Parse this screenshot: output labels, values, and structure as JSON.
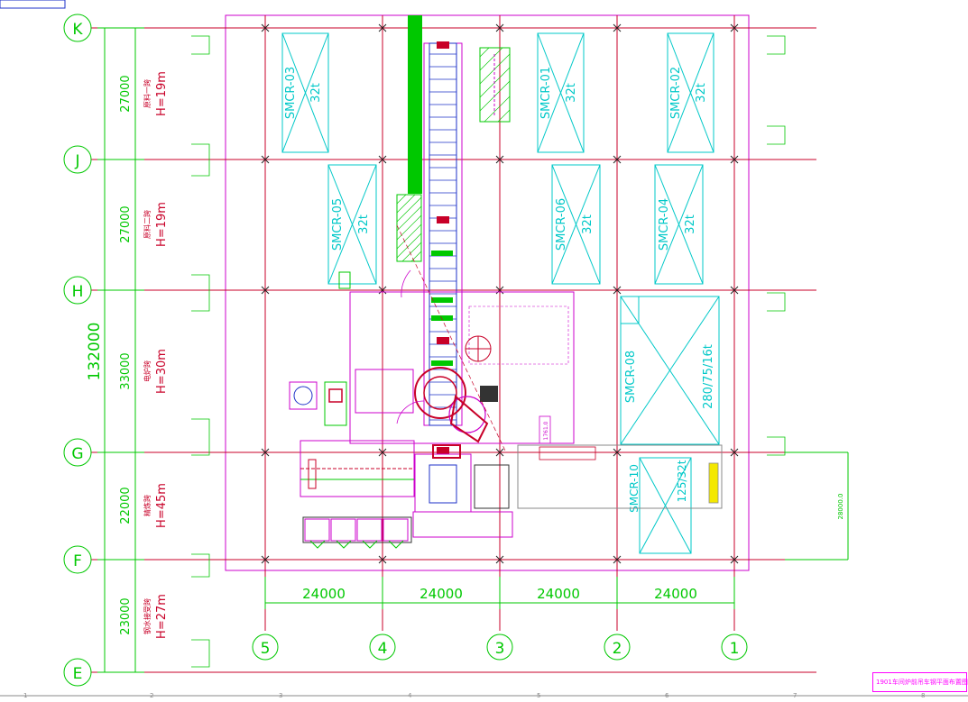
{
  "drawing_title": "1901车间炉前吊车钢平面布置图",
  "row_axes": [
    "K",
    "J",
    "H",
    "G",
    "F",
    "E"
  ],
  "column_axes": [
    "5",
    "4",
    "3",
    "2",
    "1"
  ],
  "overall_dimension": "132000",
  "row_spacings": [
    "27000",
    "27000",
    "33000",
    "22000",
    "23000"
  ],
  "column_spacings": [
    "24000",
    "24000",
    "24000",
    "24000"
  ],
  "bays": [
    {
      "name": "原料一跨",
      "height": "H=19m"
    },
    {
      "name": "原料二跨",
      "height": "H=19m"
    },
    {
      "name": "电炉跨",
      "height": "H=30m"
    },
    {
      "name": "精炼跨",
      "height": "H=45m"
    },
    {
      "name": "钢水接受跨",
      "height": "H=27m"
    }
  ],
  "cranes": [
    {
      "id": "SMCR-03",
      "capacity": "32t"
    },
    {
      "id": "SMCR-01",
      "capacity": "32t"
    },
    {
      "id": "SMCR-02",
      "capacity": "32t"
    },
    {
      "id": "SMCR-05",
      "capacity": "32t"
    },
    {
      "id": "SMCR-06",
      "capacity": "32t"
    },
    {
      "id": "SMCR-04",
      "capacity": "32t"
    },
    {
      "id": "SMCR-08",
      "capacity": "280/75/16t"
    },
    {
      "id": "SMCR-10",
      "capacity": "125/32t"
    }
  ],
  "side_dimension": "28000.0",
  "note_dimension": "1761.0",
  "frame_numbers": [
    "1",
    "2",
    "3",
    "4",
    "5",
    "6",
    "7",
    "8"
  ],
  "colors": {
    "grid_line": "#c80028",
    "dimension": "#00c800",
    "crane": "#00c8c8",
    "magenta": "#cc00cc",
    "blue": "#1e32c8"
  }
}
